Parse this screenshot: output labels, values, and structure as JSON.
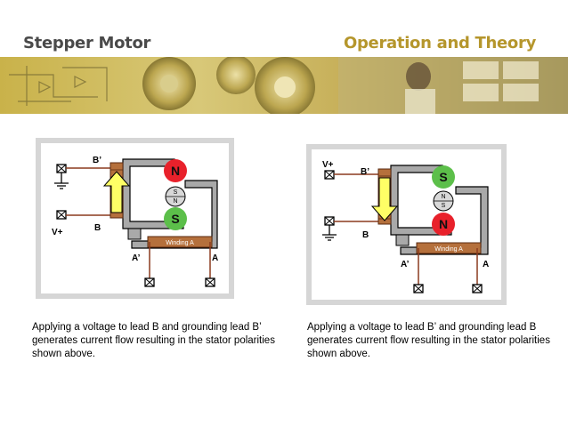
{
  "header": {
    "title_left": "Stepper Motor",
    "title_right": "Operation and Theory"
  },
  "diagrams": [
    {
      "label_b_prime": "B’",
      "label_b": "B",
      "label_vplus": "V+",
      "label_a_prime": "A’",
      "label_a": "A",
      "winding_label": "Winding A",
      "stator_top": "N",
      "stator_bottom": "S",
      "rotor_top": "S",
      "rotor_bottom": "N",
      "caption": "Applying a voltage to lead B and grounding lead B’ generates current flow resulting in the stator polarities shown above."
    },
    {
      "label_b_prime": "B’",
      "label_b": "B",
      "label_vplus": "V+",
      "label_a_prime": "A’",
      "label_a": "A",
      "winding_label": "Winding A",
      "stator_top": "S",
      "stator_bottom": "N",
      "rotor_top": "N",
      "rotor_bottom": "S",
      "caption": "Applying a voltage to lead B’ and grounding lead B generates current flow resulting in the stator polarities shown above."
    }
  ],
  "colors": {
    "title_gold": "#b5962c",
    "title_gray": "#4a4a4a",
    "pole_red": "#e8212b",
    "pole_green": "#5cbf4a",
    "arrow_yellow": "#ffff66",
    "wire_brown": "#8b3a1f",
    "core_gray": "#a9a9a9"
  }
}
